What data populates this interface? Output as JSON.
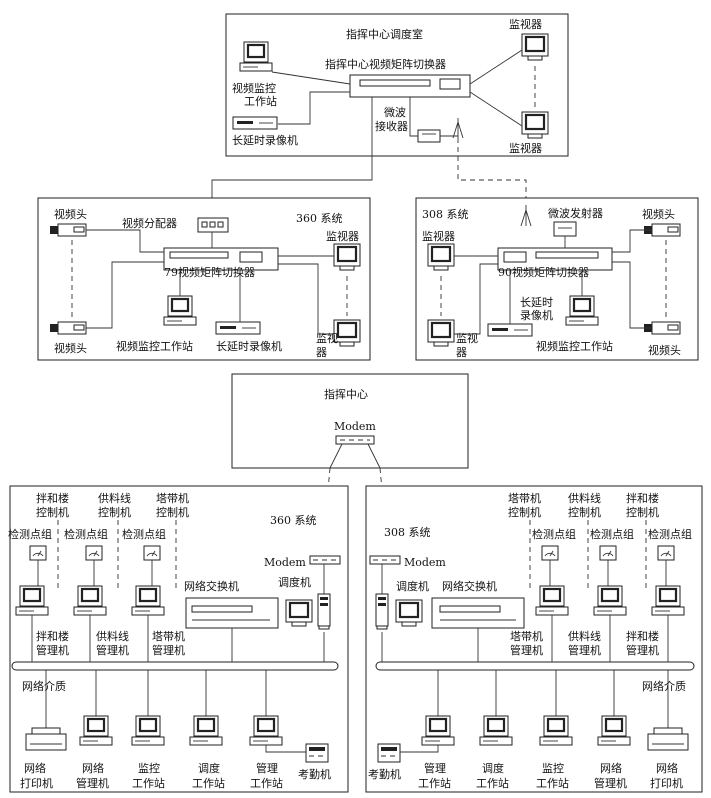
{
  "top": {
    "title": "指挥中心调度室",
    "switcher": "指挥中心视频矩阵切换器",
    "monitor_tr": "监视器",
    "monitor_br": "监视器",
    "workstation": [
      "视频监控",
      "工作站"
    ],
    "recorder": "长延时录像机",
    "receiver": [
      "微波",
      "接收器"
    ]
  },
  "sys360_top": {
    "system": "360 系统",
    "splitter": "视频分配器",
    "switcher": "79视频矩阵切换器",
    "camera_top": "视频头",
    "camera_bottom": "视频头",
    "monitor_top": "监视器",
    "monitor_bottom": [
      "监视",
      "器"
    ],
    "workstation": "视频监控工作站",
    "recorder": "长延时录像机"
  },
  "sys308_top": {
    "system": "308 系统",
    "transmitter": "微波发射器",
    "switcher": "90视频矩阵切换器",
    "camera_top": "视频头",
    "camera_bottom": "视频头",
    "monitor_top": "监视器",
    "monitor_bottom": [
      "监视",
      "器"
    ],
    "recorder": [
      "长延时",
      "录像机"
    ],
    "workstation": "视频监控工作站"
  },
  "center": {
    "title": "指挥中心",
    "modem": "Modem"
  },
  "sys360_net": {
    "system": "360 系统",
    "modem": "Modem",
    "dispatcher": "调度机",
    "switch": "网络交换机",
    "controllers": [
      [
        "拌和楼",
        "控制机"
      ],
      [
        "供料线",
        "控制机"
      ],
      [
        "塔带机",
        "控制机"
      ]
    ],
    "sensor_groups": [
      "检测点组",
      "检测点组",
      "检测点组"
    ],
    "managers": [
      [
        "拌和楼",
        "管理机"
      ],
      [
        "供料线",
        "管理机"
      ],
      [
        "塔带机",
        "管理机"
      ]
    ],
    "medium": "网络介质",
    "bottom": [
      [
        "网络",
        "打印机"
      ],
      [
        "网络",
        "管理机"
      ],
      [
        "监控",
        "工作站"
      ],
      [
        "调度",
        "工作站"
      ],
      [
        "管理",
        "工作站"
      ],
      [
        "考勤机"
      ]
    ]
  },
  "sys308_net": {
    "system": "308 系统",
    "modem": "Modem",
    "dispatcher": "调度机",
    "switch": "网络交换机",
    "controllers": [
      [
        "塔带机",
        "控制机"
      ],
      [
        "供料线",
        "控制机"
      ],
      [
        "拌和楼",
        "控制机"
      ]
    ],
    "sensor_groups": [
      "检测点组",
      "检测点组",
      "检测点组"
    ],
    "managers": [
      [
        "塔带机",
        "管理机"
      ],
      [
        "供料线",
        "管理机"
      ],
      [
        "拌和楼",
        "管理机"
      ]
    ],
    "medium": "网络介质",
    "bottom": [
      [
        "考勤机"
      ],
      [
        "管理",
        "工作站"
      ],
      [
        "调度",
        "工作站"
      ],
      [
        "监控",
        "工作站"
      ],
      [
        "网络",
        "管理机"
      ],
      [
        "网络",
        "打印机"
      ]
    ]
  }
}
